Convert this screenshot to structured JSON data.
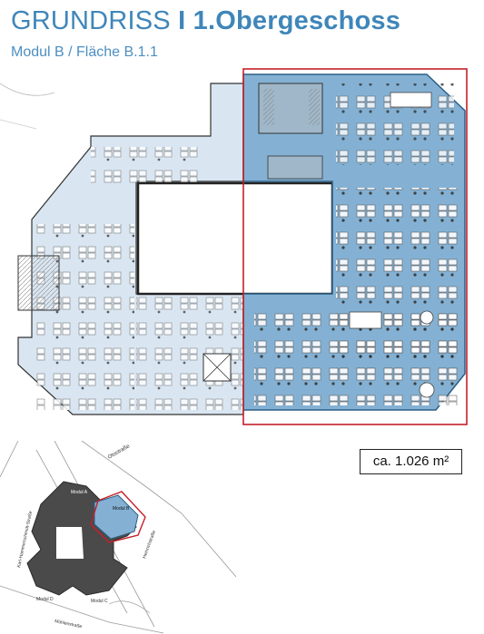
{
  "header": {
    "title_main": "GRUNDRISS",
    "title_separator": "I",
    "title_floor": "1.Obergeschoss",
    "subtitle": "Modul B / Fläche B.1.1"
  },
  "area": {
    "label": "ca. 1.026 m²"
  },
  "site_map": {
    "labels": {
      "street_top": "Otostraße",
      "modul_a": "Modul A",
      "modul_b": "Modul B",
      "modul_c": "Modul C",
      "modul_d": "Modul D",
      "street_left": "Karl-Hammerschmidt-Straße",
      "street_right": "Heinrichstraße",
      "street_bottom": "Mühlenstraße"
    }
  },
  "colors": {
    "title_blue": "#3f86b9",
    "highlight_blue": "#84b1d3",
    "corridor_light": "#d9e6f2",
    "highlight_frame": "#c4202a",
    "building_dark": "#4a4a4a"
  }
}
